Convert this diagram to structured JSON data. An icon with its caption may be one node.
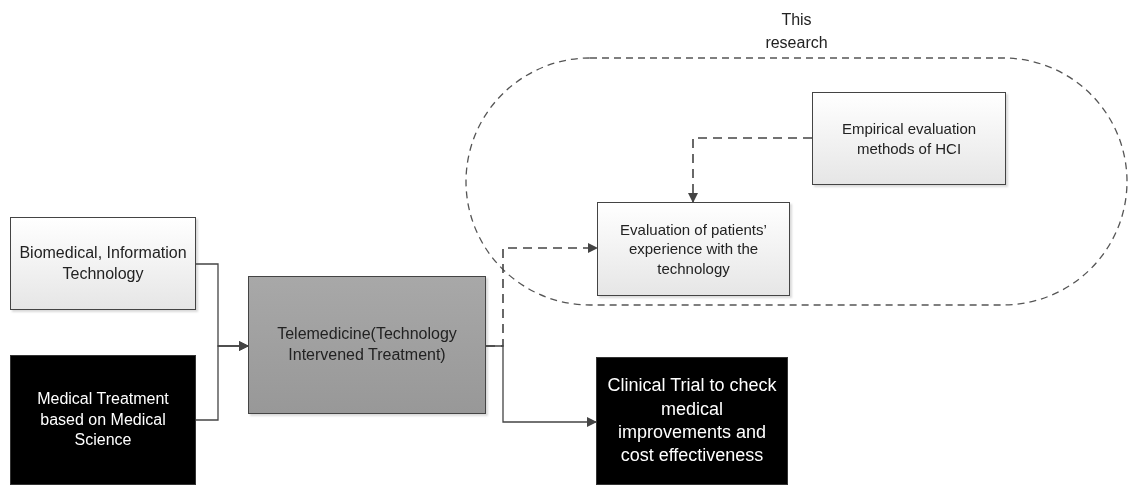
{
  "diagram": {
    "nodes": [
      {
        "text": [
          "Biomedical, Information Technology"
        ]
      },
      {
        "text": [
          "Medical Treatment based on Medical Science"
        ]
      },
      {
        "text": [
          "Telemedicine(Technology Intervened Treatment)"
        ]
      },
      {
        "text": [
          "This research"
        ]
      },
      {
        "text": [
          "Empirical evaluation methods of HCI"
        ],
        "in": 3
      },
      {
        "text": [
          "Evaluation of patients’ experience with the technology"
        ],
        "in": 3
      },
      {
        "text": [
          "Clinical Trial to check medical improvements and cost effectiveness"
        ]
      }
    ],
    "edges": [
      {
        "from": 0,
        "to": 2,
        "arrow": "to"
      },
      {
        "from": 1,
        "to": 2,
        "arrow": "to"
      },
      {
        "from": 2,
        "to": 5,
        "arrow": "to",
        "style": "dashed"
      },
      {
        "from": 4,
        "to": 5,
        "arrow": "to",
        "style": "dashed"
      },
      {
        "from": 2,
        "to": 6,
        "arrow": "to"
      }
    ]
  }
}
